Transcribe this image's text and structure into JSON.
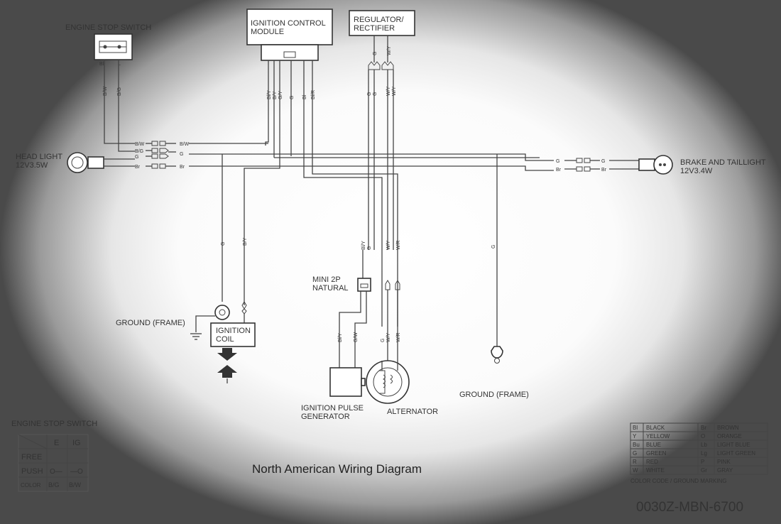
{
  "title": "North American Wiring Diagram",
  "part_number": "0030Z-MBN-6700",
  "components": {
    "engine_stop_switch": "ENGINE STOP SWITCH",
    "ignition_control_module": [
      "IGNITION CONTROL",
      "MODULE"
    ],
    "regulator_rectifier": [
      "REGULATOR/",
      "RECTIFIER"
    ],
    "head_light": [
      "HEAD LIGHT",
      "12V3.5W"
    ],
    "brake_taillight": [
      "BRAKE AND TAILLIGHT",
      "12V3.4W"
    ],
    "ground_frame_left": "GROUND (FRAME)",
    "ground_frame_right": "GROUND (FRAME)",
    "ignition_coil": [
      "IGNITION",
      "COIL"
    ],
    "mini_connector": [
      "MINI 2P",
      "NATURAL"
    ],
    "pulse_generator": [
      "IGNITION PULSE",
      "GENERATOR"
    ],
    "alternator": "ALTERNATOR"
  },
  "wire_codes": {
    "switch": [
      "Bl",
      "L"
    ],
    "switch_side": [
      "B/W",
      "B/G"
    ],
    "icm": [
      "Bl/Y",
      "B/Y",
      "G/Y",
      "G",
      "Bl",
      "Bl/R"
    ],
    "reg_top": [
      "G",
      "W/Y"
    ],
    "reg": [
      "G",
      "G",
      "W/Y",
      "W/Y"
    ],
    "head_left": [
      "B/W",
      "B/G",
      "G",
      "Br"
    ],
    "head_right": [
      "B/W",
      "G",
      "Br"
    ],
    "tail_left": [
      "G",
      "Br"
    ],
    "tail_right": [
      "G",
      "Br"
    ],
    "coil_left": "G",
    "coil_right": "B/Y",
    "mid_group": [
      "Bl/Y",
      "G",
      "W/Y",
      "W/R"
    ],
    "alt_group": [
      "Bl/Y",
      "G/W",
      "G",
      "W/Y",
      "W/R"
    ],
    "right_ground": "G"
  },
  "switch_table": {
    "title": "ENGINE STOP SWITCH",
    "headers": [
      "",
      "E",
      "IG"
    ],
    "rows": [
      {
        "label": "FREE",
        "e": "",
        "ig": ""
      },
      {
        "label": "PUSH",
        "e": "O—",
        "ig": "—O"
      },
      {
        "label": "COLOR",
        "e": "B/G",
        "ig": "B/W"
      }
    ]
  },
  "color_legend": {
    "rows": [
      [
        "Bl",
        "BLACK",
        "Br",
        "BROWN"
      ],
      [
        "Y",
        "YELLOW",
        "O",
        "ORANGE"
      ],
      [
        "Bu",
        "BLUE",
        "Lb",
        "LIGHT BLUE"
      ],
      [
        "G",
        "GREEN",
        "Lg",
        "LIGHT GREEN"
      ],
      [
        "R",
        "RED",
        "P",
        "PINK"
      ],
      [
        "W",
        "WHITE",
        "Gr",
        "GRAY"
      ]
    ],
    "footer": "COLOR CODE / GROUND MARKING"
  }
}
